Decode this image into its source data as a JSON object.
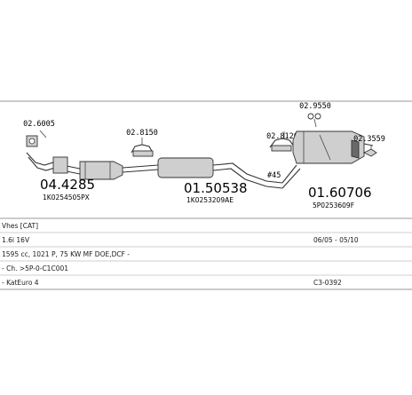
{
  "parts": {
    "p1": {
      "code": "02.6005"
    },
    "p2": {
      "code": "04.4285",
      "ref": "1K0254505PX"
    },
    "p3": {
      "code": "02.8150"
    },
    "p4": {
      "code": "01.50538",
      "ref": "1K0253209AE"
    },
    "p5": {
      "code": "02.8120"
    },
    "p6": {
      "code": "02.9550"
    },
    "p7": {
      "code": "02.3559"
    },
    "p8": {
      "code": "01.60706",
      "ref": "5P0253609F"
    },
    "p9": {
      "code": "#45"
    }
  },
  "table": {
    "rows": [
      {
        "left": "Vhes [CAT]",
        "right": ""
      },
      {
        "left": "1.6i 16V",
        "right": "06/05 - 05/10"
      },
      {
        "left": "1595 cc, 1021 P, 75 KW MF DOE,DCF -",
        "right": ""
      },
      {
        "left": "- Ch. >5P-0-C1C001",
        "right": ""
      },
      {
        "left": "- KatEuro 4",
        "right": "C3-0392"
      }
    ]
  }
}
